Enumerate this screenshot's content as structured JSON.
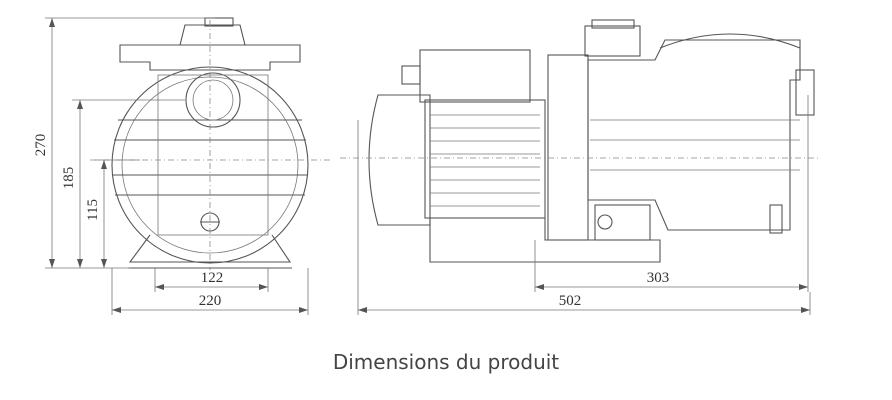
{
  "dimensions": {
    "height_total": "270",
    "height_outlet": "185",
    "height_inlet": "115",
    "base_width": "122",
    "front_width": "220",
    "inlet_offset": "303",
    "total_length": "502"
  },
  "caption": "Dimensions du produit",
  "colors": {
    "line": "#555555",
    "text": "#333333",
    "caption": "#444444"
  }
}
